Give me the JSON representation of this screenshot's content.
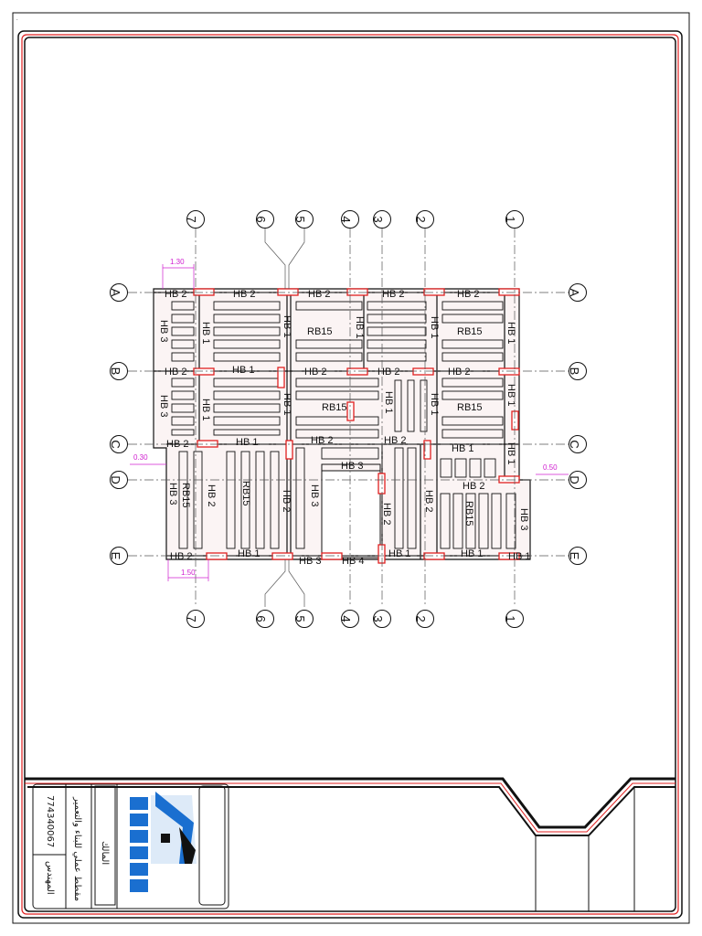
{
  "sheet": {
    "column_grid": [
      "7",
      "6",
      "5",
      "4",
      "3",
      "2",
      "1"
    ],
    "row_grid": [
      "A",
      "B",
      "C",
      "D",
      "E"
    ],
    "dimensions": {
      "top_left": "1.30",
      "left_c": "0.30",
      "right_d": "0.50",
      "bottom_left": "1.50"
    },
    "beam_labels": {
      "hb1": "HB 1",
      "hb2": "HB 2",
      "hb3": "HB 3",
      "hb4": "HB 4",
      "rb15": "RB15"
    }
  },
  "title_block": {
    "phone": "774340067",
    "company": "مقطط عملي للبناء والتعمير",
    "owner_label": "المالك",
    "engineer_label": "المهندس"
  },
  "colors": {
    "frame_red": "#e02020",
    "line_black": "#111111",
    "dim_magenta": "#d020d0",
    "logo_blue": "#1a6fd0"
  }
}
